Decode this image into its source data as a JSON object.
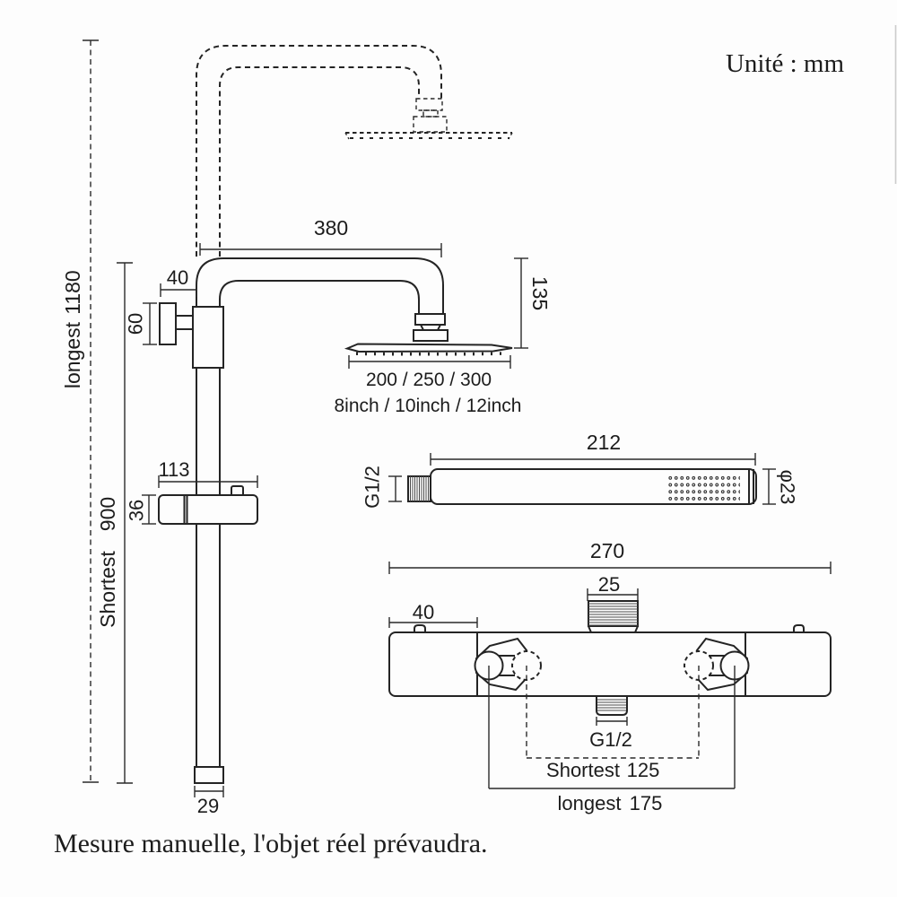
{
  "header": {
    "unit_note": "Unité : mm"
  },
  "footer": {
    "note": "Mesure manuelle, l'objet réel prévaudra."
  },
  "riser": {
    "longest_label": "longest",
    "longest_value": "1180",
    "shortest_label": "Shortest",
    "shortest_value": "900",
    "end_width": "29"
  },
  "arm": {
    "length": "380",
    "wall_offset": "40",
    "bracket_height": "60",
    "head_drop": "135"
  },
  "rain_head": {
    "diameters_mm": "200 / 250 / 300",
    "diameters_inch": "8inch / 10inch / 12inch"
  },
  "slider_bracket": {
    "width": "113",
    "height": "36"
  },
  "hand_shower": {
    "length": "212",
    "thread": "G1/2",
    "diameter": "φ23"
  },
  "mixer": {
    "width": "270",
    "top_thread_width": "25",
    "end_offset": "40",
    "bottom_thread": "G1/2",
    "shortest_label": "Shortest",
    "shortest_value": "125",
    "longest_label": "longest",
    "longest_value": "175"
  },
  "colors": {
    "line": "#242424",
    "background": "#fdfdfd"
  }
}
